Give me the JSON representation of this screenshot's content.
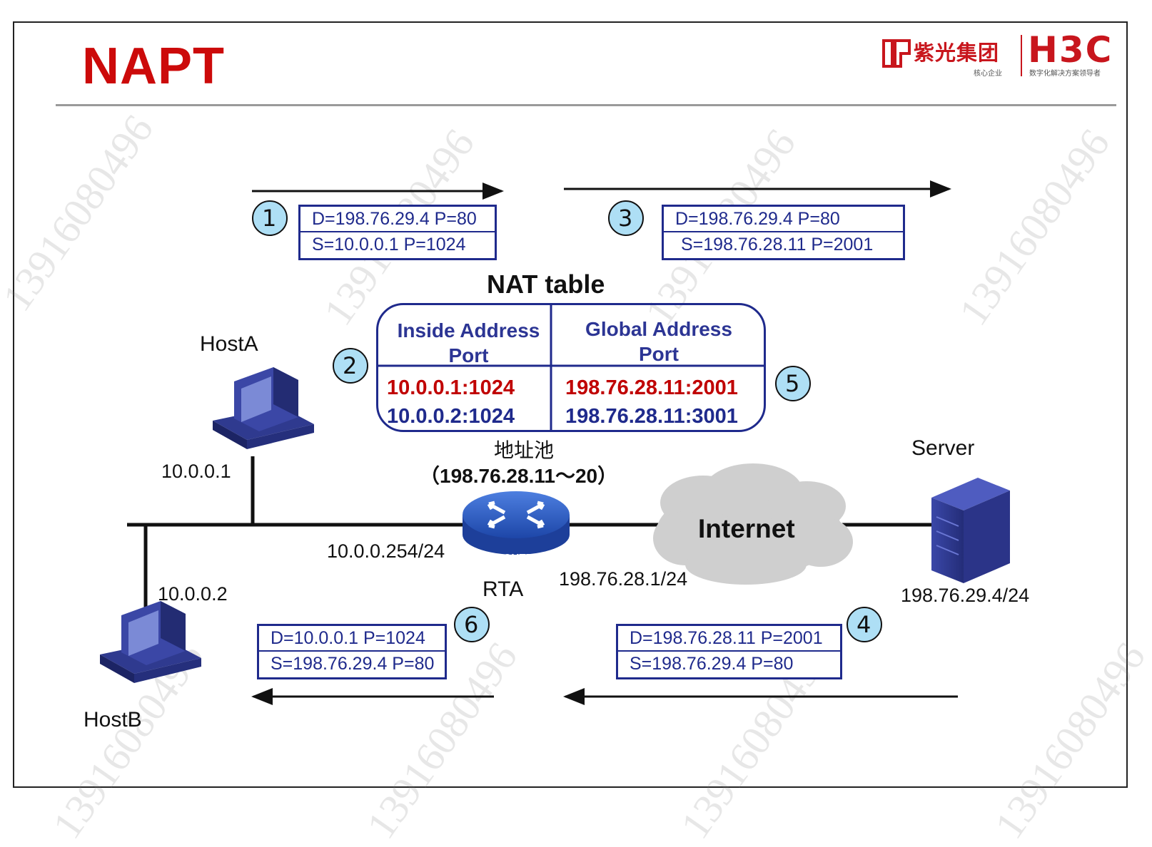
{
  "page": {
    "title": "NAPT",
    "logo_cn": "紫光集团",
    "logo_cn_sub": "核心企业",
    "logo_brand": "H3C",
    "logo_brand_sub": "数字化解决方案领导者",
    "watermark": "13916080496"
  },
  "nat_table": {
    "title": "NAT table",
    "col_inside": "Inside Address Port",
    "col_global": "Global Address Port",
    "rows": [
      {
        "inside": "10.0.0.1:1024",
        "global": "198.76.28.11:2001",
        "color": "#c00000"
      },
      {
        "inside": "10.0.0.2:1024",
        "global": "198.76.28.11:3001",
        "color": "#1f2a8c"
      }
    ]
  },
  "pool": {
    "label": "地址池",
    "range": "（198.76.28.11～20）"
  },
  "packets": [
    {
      "step": "1",
      "d": "D=198.76.29.4 P=80",
      "s": "S=10.0.0.1 P=1024"
    },
    {
      "step": "3",
      "d": "D=198.76.29.4 P=80",
      "s": "S=198.76.28.11 P=2001"
    },
    {
      "step": "4",
      "d": "D=198.76.28.11 P=2001",
      "s": "S=198.76.29.4 P=80"
    },
    {
      "step": "6",
      "d": "D=10.0.0.1 P=1024",
      "s": "S=198.76.29.4 P=80"
    }
  ],
  "steps": {
    "s2": "2",
    "s5": "5"
  },
  "nodes": {
    "hostA": "HostA",
    "hostA_ip": "10.0.0.1",
    "hostB": "HostB",
    "hostB_ip": "10.0.0.2",
    "router": "RTA",
    "router_badge": "ROUTER",
    "router_in": "10.0.0.254/24",
    "router_out": "198.76.28.1/24",
    "internet": "Internet",
    "server": "Server",
    "server_ip": "198.76.29.4/24"
  },
  "colors": {
    "accent": "#cc0a0a",
    "box": "#1f2a8c",
    "circle": "#aedff5",
    "router": "#2a58c4"
  }
}
